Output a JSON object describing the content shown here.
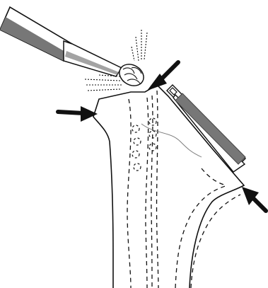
{
  "illustration": {
    "subject": "burr-and-cutting-guide-on-bone",
    "colors": {
      "ink": "#111111",
      "guide_fill": "#777777",
      "guide_edge": "#444444",
      "background": "#ffffff"
    },
    "arrows": [
      {
        "id": "arrow-top-right",
        "label": ""
      },
      {
        "id": "arrow-left",
        "label": ""
      },
      {
        "id": "arrow-bottom-right",
        "label": ""
      }
    ]
  }
}
